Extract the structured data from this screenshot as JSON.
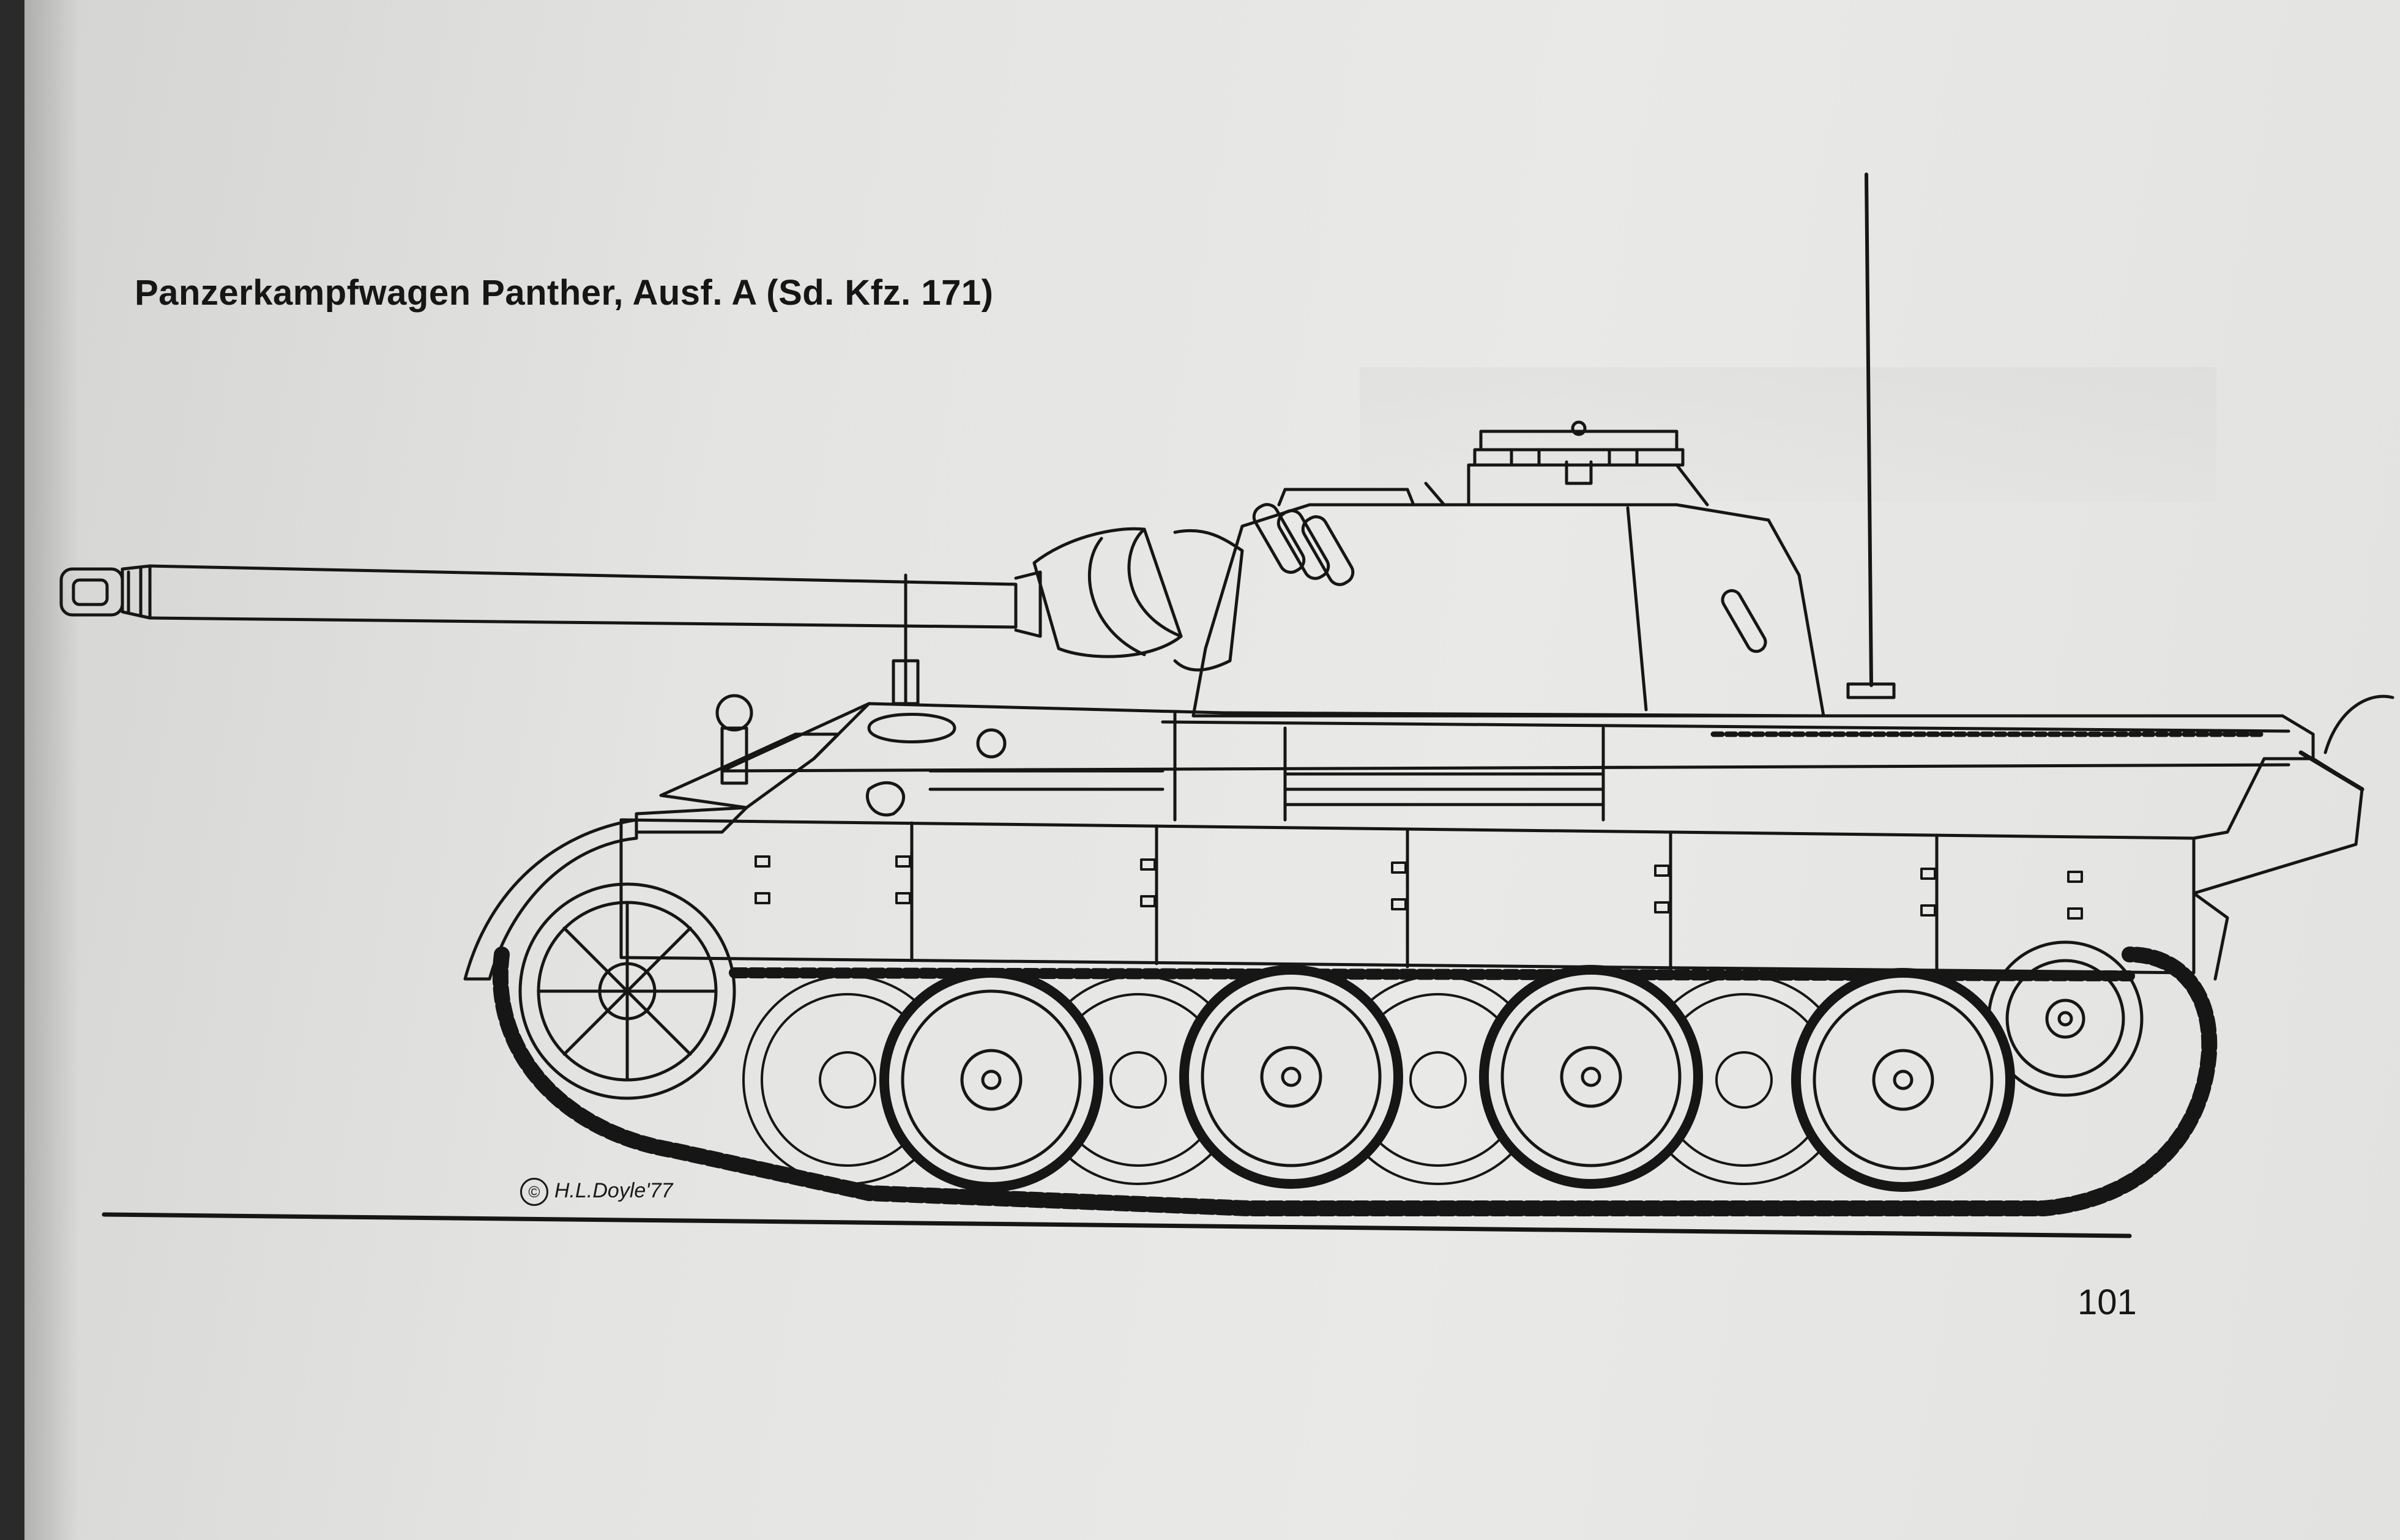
{
  "caption": "Panzerkampfwagen Panther, Ausf. A (Sd. Kfz. 171)",
  "credit": "H.L.Doyle'77",
  "credit_symbol": "©",
  "page_number": "101",
  "colors": {
    "paper": "#e6e6e4",
    "ink": "#161616"
  }
}
